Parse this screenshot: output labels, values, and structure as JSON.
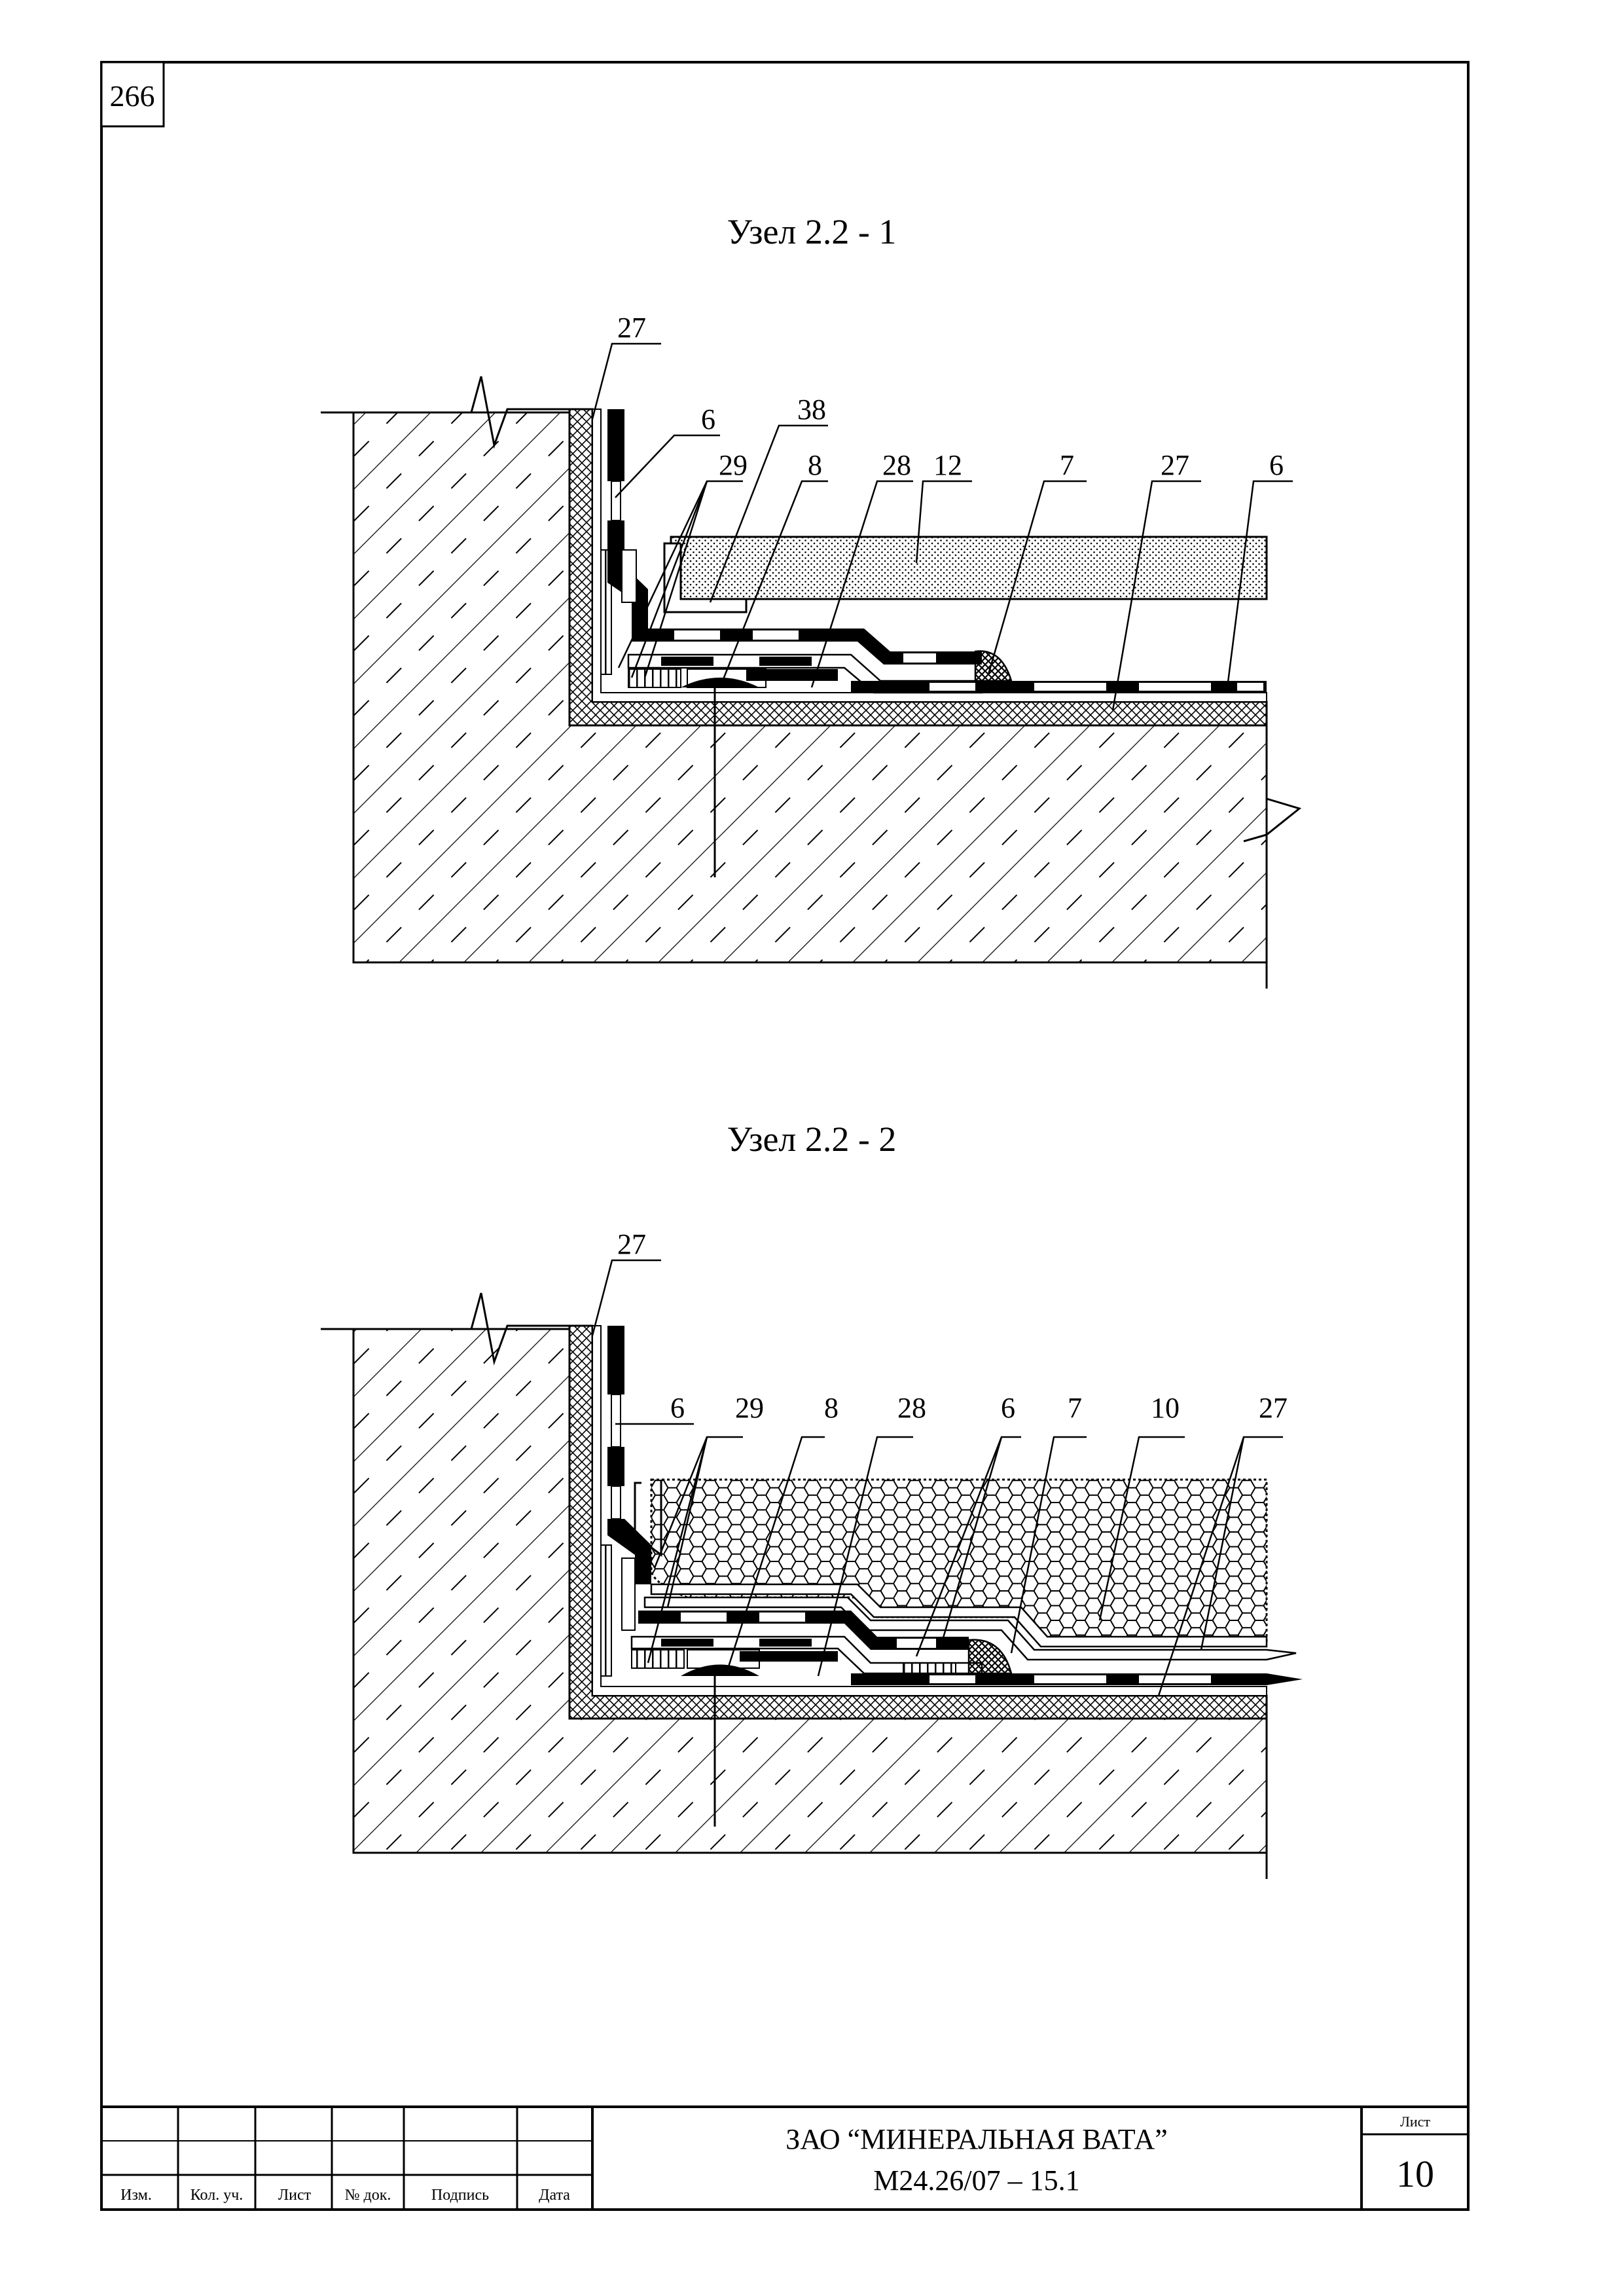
{
  "page_number": "266",
  "nodes": [
    {
      "title": "Узел 2.2 - 1",
      "callouts": [
        "27",
        "6",
        "38",
        "29",
        "8",
        "28",
        "12",
        "7",
        "27",
        "6"
      ]
    },
    {
      "title": "Узел 2.2 - 2",
      "callouts": [
        "27",
        "6",
        "29",
        "8",
        "28",
        "6",
        "7",
        "10",
        "27"
      ]
    }
  ],
  "title_block": {
    "columns": [
      "Изм.",
      "Кол. уч.",
      "Лист",
      "№ док.",
      "Подпись",
      "Дата"
    ],
    "company": "ЗАО “МИНЕРАЛЬНАЯ ВАТА”",
    "doc_code": "М24.26/07 – 15.1",
    "sheet_label": "Лист",
    "sheet_number": "10"
  }
}
